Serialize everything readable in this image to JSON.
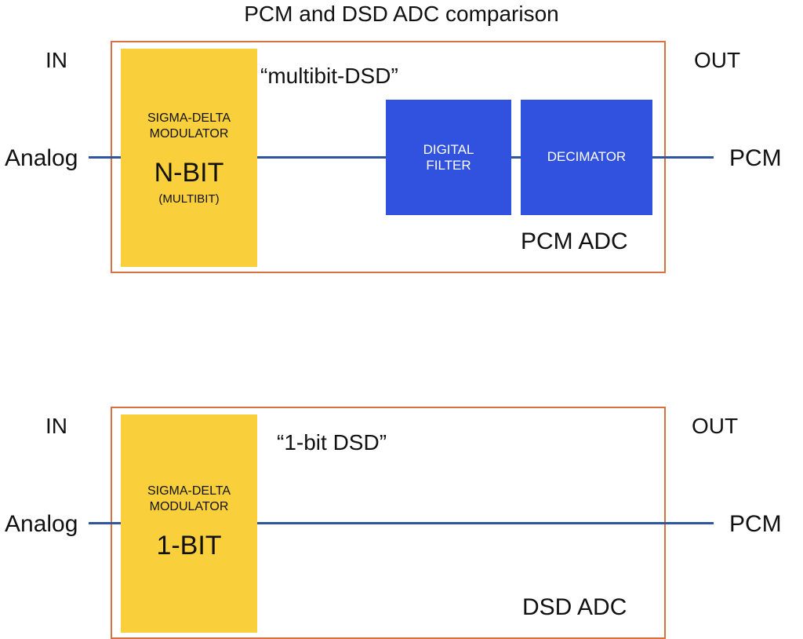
{
  "title": "PCM and DSD ADC comparison",
  "colors": {
    "frame": "#d8703f",
    "signal": "#2f559c",
    "modulator": "#f9cf3c",
    "digital_block": "#3152de"
  },
  "pcm_adc": {
    "in_label": "IN",
    "out_label": "OUT",
    "input_label": "Analog",
    "output_label": "PCM",
    "mode_label": "“multibit-DSD”",
    "adc_label": "PCM ADC",
    "modulator": {
      "line1": "SIGMA-DELTA",
      "line2": "MODULATOR",
      "bits": "N-BIT",
      "sub": "(MULTIBIT)"
    },
    "digital_filter": "DIGITAL\nFILTER",
    "decimator": "DECIMATOR"
  },
  "dsd_adc": {
    "in_label": "IN",
    "out_label": "OUT",
    "input_label": "Analog",
    "output_label": "PCM",
    "mode_label": "“1-bit DSD”",
    "adc_label": "DSD ADC",
    "modulator": {
      "line1": "SIGMA-DELTA",
      "line2": "MODULATOR",
      "bits": "1-BIT"
    }
  }
}
